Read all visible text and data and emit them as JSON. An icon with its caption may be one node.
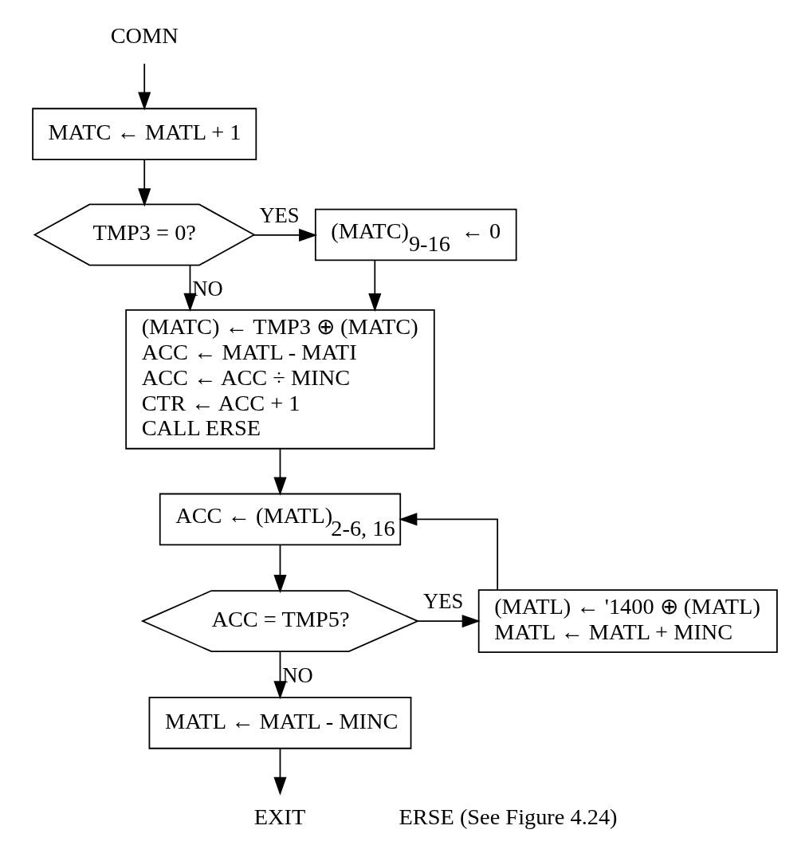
{
  "diagram": {
    "nodes": [
      {
        "text": [
          "COMN"
        ]
      },
      {
        "text": [
          "MATC ← MATL + 1"
        ]
      },
      {
        "text": [
          "TMP3 = 0?"
        ]
      },
      {
        "text": [
          "(MATC)$_{9-16}$ ← 0"
        ]
      },
      {
        "text": [
          "(MATC) ← TMP3 ⊕ (MATC)",
          "ACC ← MATL - MATI",
          "ACC ← ACC ÷ MINC",
          "CTR ← ACC + 1",
          "CALL ERSE"
        ]
      },
      {
        "text": [
          "ACC ← (MATL)$_{2-6, 16}$"
        ]
      },
      {
        "text": [
          "ACC = TMP5?"
        ]
      },
      {
        "text": [
          "(MATL) ← '1400 ⊕ (MATL)",
          "MATL ← MATL + MINC"
        ]
      },
      {
        "text": [
          "MATL ← MATL - MINC"
        ]
      },
      {
        "text": [
          "EXIT"
        ]
      }
    ],
    "edges": [
      {
        "from": 0,
        "to": 1,
        "arrow": "to"
      },
      {
        "from": 1,
        "to": 2,
        "arrow": "to"
      },
      {
        "from": 2,
        "to": 3,
        "arrow": "to",
        "label": "YES"
      },
      {
        "from": 2,
        "to": 4,
        "arrow": "to",
        "label": "NO"
      },
      {
        "from": 3,
        "to": 4,
        "arrow": "to"
      },
      {
        "from": 4,
        "to": 5,
        "arrow": "to"
      },
      {
        "from": 5,
        "to": 6,
        "arrow": "to"
      },
      {
        "from": 6,
        "to": 7,
        "arrow": "to",
        "label": "YES"
      },
      {
        "from": 7,
        "to": 5,
        "arrow": "to"
      },
      {
        "from": 6,
        "to": 8,
        "arrow": "to",
        "label": "NO"
      },
      {
        "from": 8,
        "to": 9,
        "arrow": "to"
      }
    ],
    "labels": [
      "ERSE (See Figure 4.24)"
    ]
  }
}
